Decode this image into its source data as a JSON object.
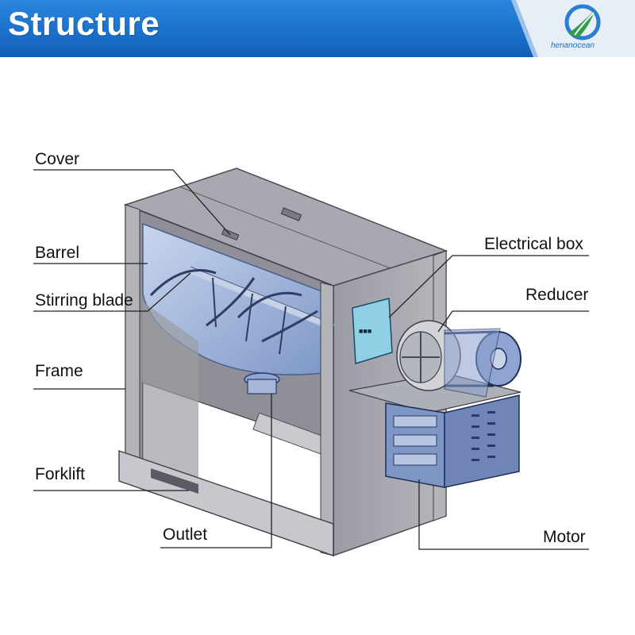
{
  "header": {
    "title": "Structure",
    "brand_name": "henanocean",
    "accent_color": "#1a6fc9"
  },
  "labels": {
    "cover": "Cover",
    "barrel": "Barrel",
    "stirring_blade": "Stirring blade",
    "frame": "Frame",
    "forklift": "Forklift",
    "outlet": "Outlet",
    "electrical_box": "Electrical box",
    "reducer": "Reducer",
    "motor": "Motor"
  },
  "electrical_box_panel_text": "■■■"
}
